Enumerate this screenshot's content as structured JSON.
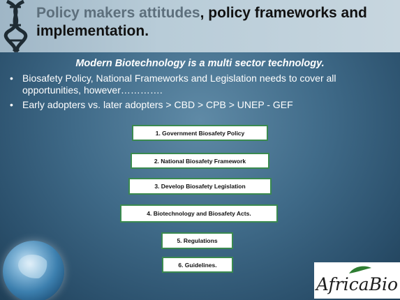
{
  "title": {
    "part1": "Policy makers attitudes",
    "part2": ", policy frameworks and implementation",
    "period": "."
  },
  "subheading": "Modern Biotechnology is a multi sector technology.",
  "bullets": [
    {
      "text": "Biosafety Policy, National Frameworks and Legislation needs to cover all opportunities, however…………."
    },
    {
      "text": "Early adopters vs. later adopters > CBD > CPB > UNEP - GEF"
    }
  ],
  "bullet_symbol": "•",
  "steps": [
    "1. Government Biosafety Policy",
    "2. National Biosafety Framework",
    "3. Develop Biosafety Legislation",
    "4. Biotechnology and Biosafety  Acts.",
    "5. Regulations",
    "6. Guidelines."
  ],
  "logo_text": "AfricaBio",
  "colors": {
    "title_muted": "#5d6f7c",
    "box_border": "#3a8a4f",
    "background": "#3f6a88"
  },
  "icons": [
    "dna-helix-icon",
    "globe-icon",
    "leaf-icon"
  ]
}
